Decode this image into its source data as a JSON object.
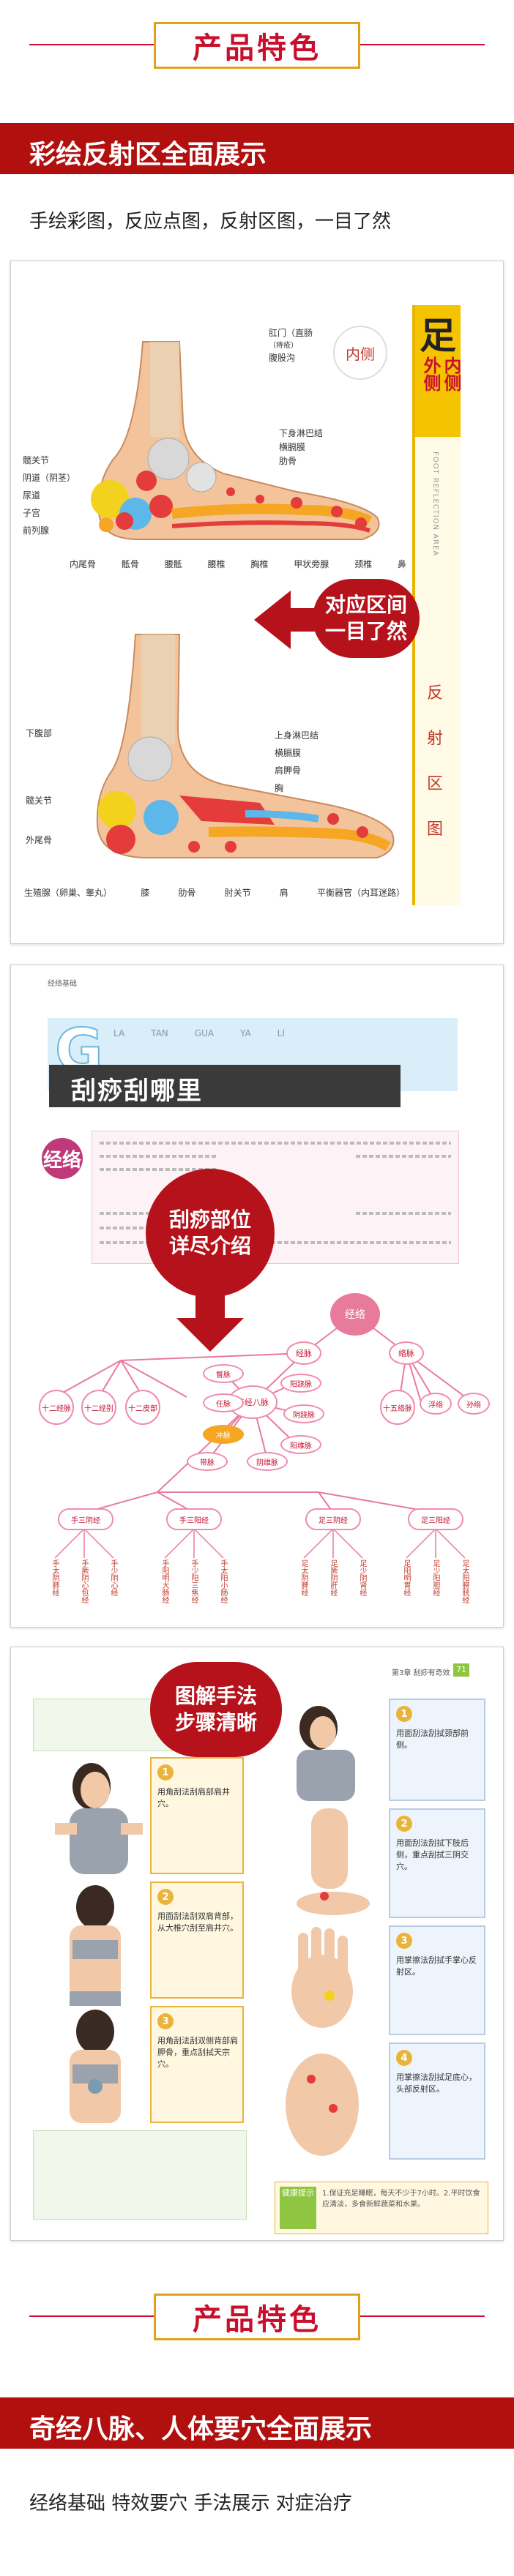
{
  "header_ribbon_1": {
    "title": "产品特色"
  },
  "section1": {
    "bar_title": "彩绘反射区全面展示",
    "subtitle": "手绘彩图，反应点图，反射区图，一目了然",
    "foot_panel": {
      "inner_side_badge": "内侧",
      "side_title_top": "足",
      "side_title_a": "外侧",
      "side_title_b": "内侧",
      "side_vertical_en": "FOOT REFLECTION AREA",
      "side_vertical_cn": [
        "反",
        "射",
        "区",
        "图"
      ],
      "callout": [
        "对应区间",
        "一目了然"
      ],
      "top_labels_right": [
        "肛门（直肠",
        "（痔疮）",
        "腹股沟",
        "下身淋巴结",
        "横膈膜",
        "肋骨"
      ],
      "top_labels_left": [
        "髋关节",
        "阴道（阴茎）",
        "尿道",
        "子宫",
        "前列腺"
      ],
      "top_labels_bottom": [
        "内尾骨",
        "骶骨",
        "腰骶",
        "腰椎",
        "胸椎",
        "甲状旁腺",
        "颈椎",
        "鼻"
      ],
      "bottom_labels_right": [
        "上身淋巴结",
        "横膈膜",
        "肩胛骨",
        "胸"
      ],
      "bottom_labels_left": [
        "下腹部",
        "髋关节",
        "外尾骨"
      ],
      "bottom_labels_bottom": [
        "生殖腺（卵巢、睾丸）",
        "膝",
        "肋骨",
        "肘关节",
        "肩",
        "平衡器官（内耳迷路）"
      ]
    }
  },
  "section2": {
    "page_header_small": "经络基础",
    "page_letter": "G",
    "tabs": [
      "LA",
      "TAN",
      "GUA",
      "YA",
      "LI"
    ],
    "page_title": "刮痧刮哪里",
    "side_badge": "经络",
    "callout": [
      "刮痧部位",
      "详尽介绍"
    ],
    "tree": {
      "root": "经络",
      "level1": [
        "经脉",
        "络脉"
      ],
      "jingmai_children": [
        "奇经八脉",
        "十二经脉",
        "十二经别",
        "十二皮部"
      ],
      "qijing": [
        "督脉",
        "任脉",
        "冲脉",
        "带脉",
        "阴维脉",
        "阳维脉",
        "阴跷脉",
        "阳跷脉"
      ],
      "luomai": [
        "十五络脉",
        "浮络",
        "孙络"
      ],
      "hand_foot": [
        "手三阴经",
        "手三阳经",
        "足三阴经",
        "足三阳经"
      ],
      "channels": [
        [
          "手太阴肺经",
          "手厥阴心包经",
          "手少阴心经"
        ],
        [
          "手阳明大肠经",
          "手少阳三焦经",
          "手太阳小肠经"
        ],
        [
          "足太阴脾经",
          "足厥阴肝经",
          "足少阴肾经"
        ],
        [
          "足阳明胃经",
          "足少阳胆经",
          "足太阳膀胱经"
        ]
      ]
    }
  },
  "section3": {
    "page_header": "第3章 刮痧有奇效",
    "page_num": "71",
    "callout": [
      "图解手法",
      "步骤清晰"
    ],
    "left_steps": [
      {
        "num": "1",
        "text": "用角刮法刮肩部肩井穴。"
      },
      {
        "num": "2",
        "text": "用面刮法刮双肩背部，从大椎穴刮至肩井穴。"
      },
      {
        "num": "3",
        "text": "用角刮法刮双侧背部肩胛骨，重点刮拭天宗穴。"
      }
    ],
    "right_steps": [
      {
        "num": "1",
        "text": "用面刮法刮拭颈部前侧。"
      },
      {
        "num": "2",
        "text": "用面刮法刮拭下肢后侧，重点刮拭三阴交穴。"
      },
      {
        "num": "3",
        "text": "用掌擦法刮拭手掌心反射区。"
      },
      {
        "num": "4",
        "text": "用掌擦法刮拭足底心，头部反射区。"
      }
    ],
    "tip_title": "健康提示",
    "tip_text": "1.保证充足睡眠，每天不少于7小时。2.平时饮食应清淡，多食新鲜蔬菜和水果。"
  },
  "header_ribbon_2": {
    "title": "产品特色"
  },
  "section4": {
    "bar_title": "奇经八脉、人体要穴全面展示",
    "subtitle": "经络基础  特效要穴  手法展示  对症治疗"
  },
  "colors": {
    "brand_red": "#b20f0f",
    "gold": "#e0a21a",
    "pink": "#e87b9b",
    "callout_red": "#b5121b"
  }
}
